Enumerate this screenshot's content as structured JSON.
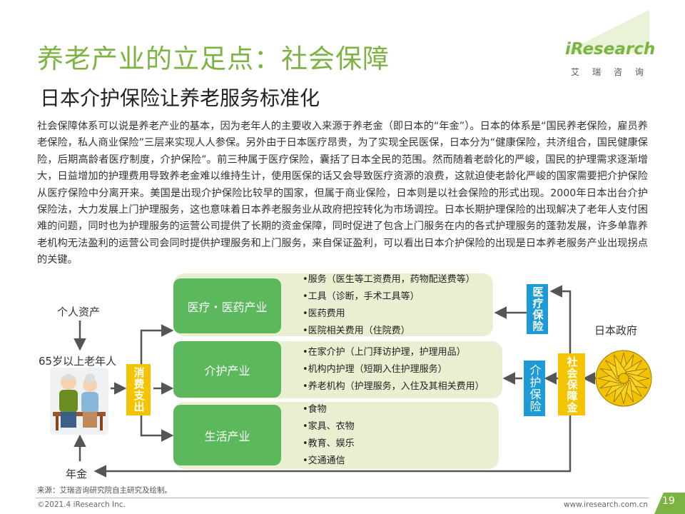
{
  "header": {
    "title": "养老产业的立足点：社会保障",
    "subtitle": "日本介护保险让养老服务标准化"
  },
  "logo": {
    "brand": "iResearch",
    "sub": "艾瑞咨询"
  },
  "body_text": "社会保障体系可以说是养老产业的基本，因为老年人的主要收入来源于养老金（即日本的“年金”）。日本的体系是“国民养老保险，雇员养老保险，私人商业保险”三层来实现人人参保。另外由于日本医疗昂贵，为了实现全民医保，日本分为“健康保险，共济组合，国民健康保险，后期高龄者医疗制度，介护保险”。前三种属于医疗保险，囊括了日本全民的范围。然而随着老龄化的严峻，国民的护理需求逐渐增大，日益增加的护理费用导致养老金难以维持生计，使用医保的话又会导致医疗资源的浪费，这就迫使老龄化严峻的国家需要把介护保险从医疗保险中分离开来。美国是出现介护保险比较早的国家，但属于商业保险，日本则是以社会保险的形式出现。2000年日本出台介护保险法，大力发展上门护理服务，这也意味着日本养老服务业从政府把控转化为市场调控。日本长期护理保险的出现解决了老年人支付困难的问题，同时也为护理服务的运营公司提供了长期的资金保障，同时促进了包含上门服务在内的各式护理服务的蓬勃发展，许多单靠养老机构无法盈利的运营公司会同时提供护理服务和上门服务，来自保证盈利，可以看出日本介护保险的出现是日本养老服务产业出现拐点的关键。",
  "diagram": {
    "personal_assets": "个人资产",
    "elderly": "65岁以上老年人",
    "pension_income": "年金",
    "consumption": "消费支出",
    "government": "日本政府",
    "medical_insurance": "医疗保险",
    "care_insurance": "介护保险",
    "social_security_fund": "社会保障金",
    "industries": [
      {
        "name": "医疗・医药产业",
        "items": [
          "•服务（医生等工资费用，药物配送费等）",
          "•工具（诊断，手术工具等）",
          "•医药费用",
          "•医院相关费用（住院费）"
        ]
      },
      {
        "name": "介护产业",
        "items": [
          "•在家介护（上门拜访护理，护理用品）",
          "•机构内护理（短期入住护理服务）",
          "•养老机构（护理服务，入住及其相关费用）"
        ]
      },
      {
        "name": "生活产业",
        "items": [
          "•食物",
          "•家具、衣物",
          "•教育、娱乐",
          "•交通通信"
        ]
      }
    ]
  },
  "footer": {
    "source": "来源：艾瑞咨询研究院自主研究及绘制。",
    "copyright": "©2021.4 iResearch Inc.",
    "website": "www.iresearch.com.cn",
    "page": "19"
  },
  "colors": {
    "green": "#7cb342",
    "industry_green": "#5cb85c",
    "blue": "#1e9ad6",
    "yellow": "#f5c400",
    "tan": "#e9f0d2"
  }
}
